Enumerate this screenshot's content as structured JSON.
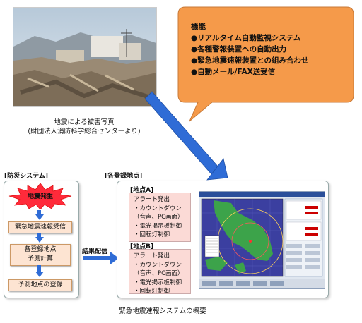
{
  "photo_caption": {
    "line1": "地震による被害写真",
    "line2": "(財団法人消防科学総合センターより)"
  },
  "callout": {
    "title": "機能",
    "items": [
      "●リアルタイム自動監視システム",
      "●各種警報装置への自動出力",
      "●緊急地震速報装置との組み合わせ",
      "●自動メール/FAX送受信"
    ],
    "color": "#f59a4a"
  },
  "disaster_system": {
    "title": "[防災システム]",
    "burst": "地震発生",
    "steps": [
      "緊急地震速報受信",
      "各登録地点\n予測計算",
      "予測地点の登録"
    ]
  },
  "result_label": "結果配信",
  "registered": {
    "title": "[各登録地点]",
    "points": [
      {
        "name": "[地点A]",
        "lines": [
          "アラート発出",
          "・カウントダウン",
          "（音声、PC画面）",
          "・電光掲示板制御",
          "・回転灯制御"
        ]
      },
      {
        "name": "[地点B]",
        "lines": [
          "アラート発出",
          "・カウントダウン",
          "（音声、PC画面）",
          "・電光掲示板制御",
          "・回転灯制御"
        ]
      }
    ]
  },
  "caption": "緊急地震速報システムの概要",
  "colors": {
    "arrow": "#2f6cd6",
    "map_sea": "#3b3fa0",
    "map_land": "#3ca34a",
    "burst": "#ff2a3a"
  }
}
